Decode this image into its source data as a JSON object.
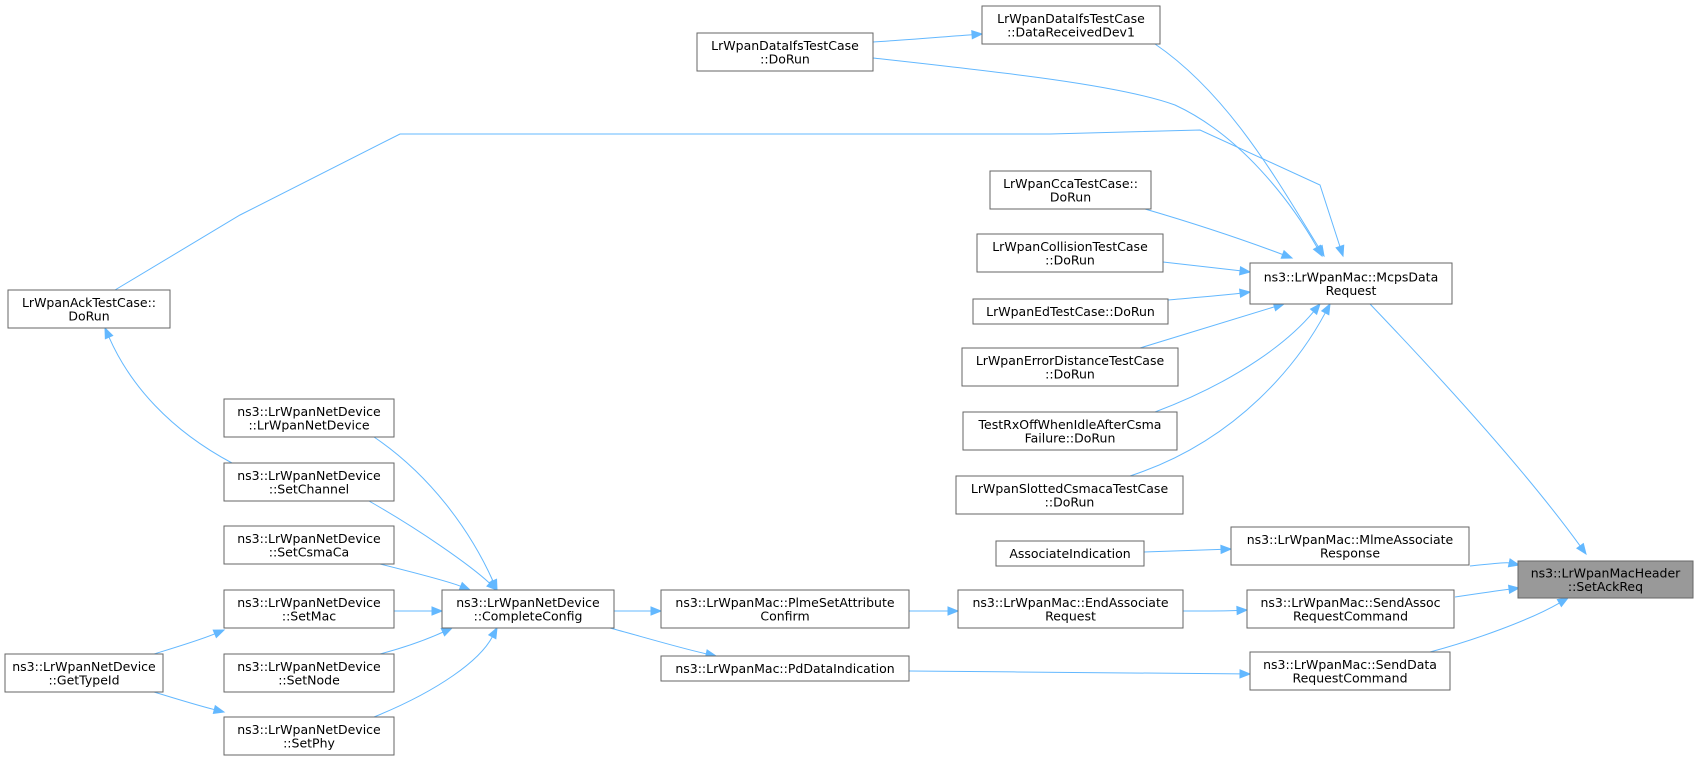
{
  "graph": {
    "kind": "caller-graph",
    "colors": {
      "edge": "#63b8ff",
      "node_border": "#666666",
      "focus_fill": "#999999",
      "node_fill": "#ffffff"
    },
    "nodes": [
      {
        "id": "setackreq",
        "lines": [
          "ns3::LrWpanMacHeader",
          "::SetAckReq"
        ],
        "focus": true
      },
      {
        "id": "mcpsdatarequest",
        "lines": [
          "ns3::LrWpanMac::McpsData",
          "Request"
        ]
      },
      {
        "id": "mlmeassociateresponse",
        "lines": [
          "ns3::LrWpanMac::MlmeAssociate",
          "Response"
        ]
      },
      {
        "id": "sendassocrequestcommand",
        "lines": [
          "ns3::LrWpanMac::SendAssoc",
          "RequestCommand"
        ]
      },
      {
        "id": "senddatarequestcommand",
        "lines": [
          "ns3::LrWpanMac::SendData",
          "RequestCommand"
        ]
      },
      {
        "id": "dataifs_datareceiveddev1",
        "lines": [
          "LrWpanDataIfsTestCase",
          "::DataReceivedDev1"
        ]
      },
      {
        "id": "dataifs_dorun",
        "lines": [
          "LrWpanDataIfsTestCase",
          "::DoRun"
        ]
      },
      {
        "id": "acktestcase_dorun",
        "lines": [
          "LrWpanAckTestCase::",
          "DoRun"
        ]
      },
      {
        "id": "ccatestcase_dorun",
        "lines": [
          "LrWpanCcaTestCase::",
          "DoRun"
        ]
      },
      {
        "id": "collision_dorun",
        "lines": [
          "LrWpanCollisionTestCase",
          "::DoRun"
        ]
      },
      {
        "id": "edtestcase_dorun",
        "lines": [
          "LrWpanEdTestCase::DoRun"
        ]
      },
      {
        "id": "errordistance_dorun",
        "lines": [
          "LrWpanErrorDistanceTestCase",
          "::DoRun"
        ]
      },
      {
        "id": "testrxoff_dorun",
        "lines": [
          "TestRxOffWhenIdleAfterCsma",
          "Failure::DoRun"
        ]
      },
      {
        "id": "slottedcsmaca_dorun",
        "lines": [
          "LrWpanSlottedCsmacaTestCase",
          "::DoRun"
        ]
      },
      {
        "id": "associateindication",
        "lines": [
          "AssociateIndication"
        ]
      },
      {
        "id": "endassociaterequest",
        "lines": [
          "ns3::LrWpanMac::EndAssociate",
          "Request"
        ]
      },
      {
        "id": "plmesetattributeconfirm",
        "lines": [
          "ns3::LrWpanMac::PlmeSetAttribute",
          "Confirm"
        ]
      },
      {
        "id": "pddataindication",
        "lines": [
          "ns3::LrWpanMac::PdDataIndication"
        ]
      },
      {
        "id": "completeconfig",
        "lines": [
          "ns3::LrWpanNetDevice",
          "::CompleteConfig"
        ]
      },
      {
        "id": "lrwpannetdevice_ctor",
        "lines": [
          "ns3::LrWpanNetDevice",
          "::LrWpanNetDevice"
        ]
      },
      {
        "id": "setchannel",
        "lines": [
          "ns3::LrWpanNetDevice",
          "::SetChannel"
        ]
      },
      {
        "id": "setcsmaca",
        "lines": [
          "ns3::LrWpanNetDevice",
          "::SetCsmaCa"
        ]
      },
      {
        "id": "setmac",
        "lines": [
          "ns3::LrWpanNetDevice",
          "::SetMac"
        ]
      },
      {
        "id": "setnode",
        "lines": [
          "ns3::LrWpanNetDevice",
          "::SetNode"
        ]
      },
      {
        "id": "setphy",
        "lines": [
          "ns3::LrWpanNetDevice",
          "::SetPhy"
        ]
      },
      {
        "id": "gettypeid",
        "lines": [
          "ns3::LrWpanNetDevice",
          "::GetTypeId"
        ]
      }
    ],
    "edges": [
      {
        "from": "mcpsdatarequest",
        "to": "setackreq"
      },
      {
        "from": "mlmeassociateresponse",
        "to": "setackreq"
      },
      {
        "from": "sendassocrequestcommand",
        "to": "setackreq"
      },
      {
        "from": "senddatarequestcommand",
        "to": "setackreq"
      },
      {
        "from": "dataifs_datareceiveddev1",
        "to": "mcpsdatarequest"
      },
      {
        "from": "dataifs_dorun",
        "to": "mcpsdatarequest"
      },
      {
        "from": "acktestcase_dorun",
        "to": "mcpsdatarequest"
      },
      {
        "from": "ccatestcase_dorun",
        "to": "mcpsdatarequest"
      },
      {
        "from": "collision_dorun",
        "to": "mcpsdatarequest"
      },
      {
        "from": "edtestcase_dorun",
        "to": "mcpsdatarequest"
      },
      {
        "from": "errordistance_dorun",
        "to": "mcpsdatarequest"
      },
      {
        "from": "testrxoff_dorun",
        "to": "mcpsdatarequest"
      },
      {
        "from": "slottedcsmaca_dorun",
        "to": "mcpsdatarequest"
      },
      {
        "from": "dataifs_dorun",
        "to": "dataifs_datareceiveddev1"
      },
      {
        "from": "setchannel",
        "to": "acktestcase_dorun"
      },
      {
        "from": "associateindication",
        "to": "mlmeassociateresponse"
      },
      {
        "from": "endassociaterequest",
        "to": "sendassocrequestcommand"
      },
      {
        "from": "pddataindication",
        "to": "senddatarequestcommand"
      },
      {
        "from": "plmesetattributeconfirm",
        "to": "endassociaterequest"
      },
      {
        "from": "completeconfig",
        "to": "plmesetattributeconfirm"
      },
      {
        "from": "completeconfig",
        "to": "pddataindication"
      },
      {
        "from": "lrwpannetdevice_ctor",
        "to": "completeconfig"
      },
      {
        "from": "setchannel",
        "to": "completeconfig"
      },
      {
        "from": "setcsmaca",
        "to": "completeconfig"
      },
      {
        "from": "setmac",
        "to": "completeconfig"
      },
      {
        "from": "setnode",
        "to": "completeconfig"
      },
      {
        "from": "setphy",
        "to": "completeconfig"
      },
      {
        "from": "gettypeid",
        "to": "setmac"
      },
      {
        "from": "gettypeid",
        "to": "setphy"
      }
    ]
  }
}
